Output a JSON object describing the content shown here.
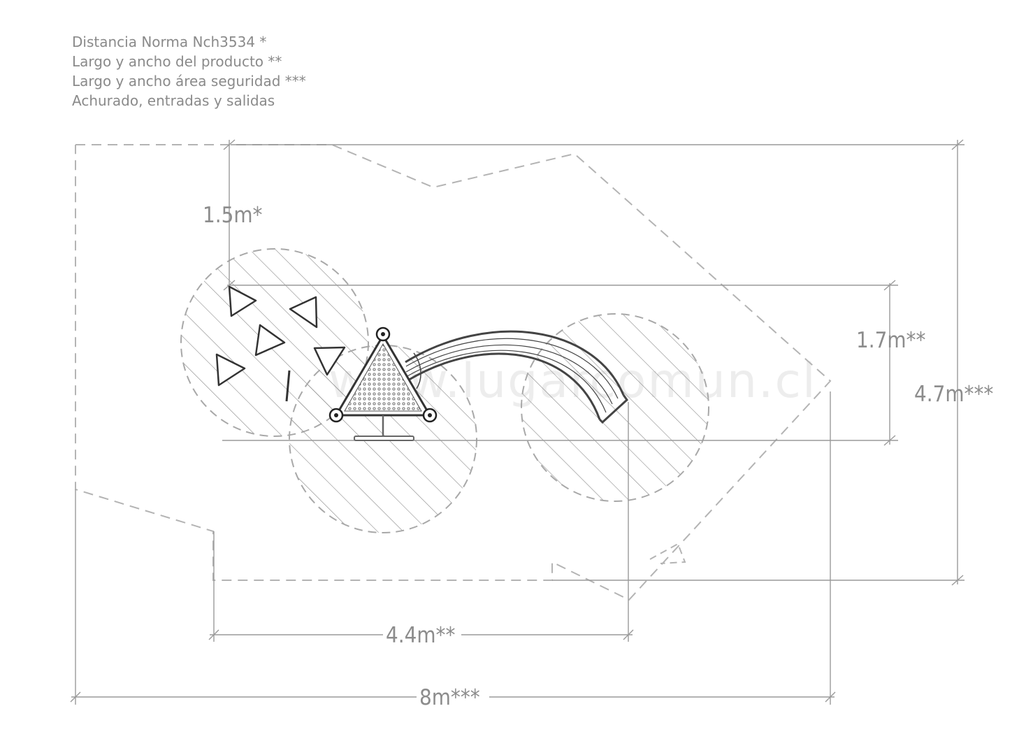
{
  "legend": [
    "Distancia Norma Nch3534 *",
    "Largo y ancho del producto **",
    "Largo y ancho área seguridad ***",
    "Achurado, entradas y salidas"
  ],
  "dimensions": {
    "safety_distance": "1.5m*",
    "product_width": "1.7m**",
    "safety_width": "4.7m***",
    "product_length": "4.4m**",
    "safety_length": "8m***"
  },
  "watermark": "www.lugarcomun.cl",
  "colors": {
    "dimension_line": "#9a9a9a",
    "dashed_outline": "#b4b4b4",
    "hatch": "#8a8a8a",
    "equipment": "#333333"
  }
}
